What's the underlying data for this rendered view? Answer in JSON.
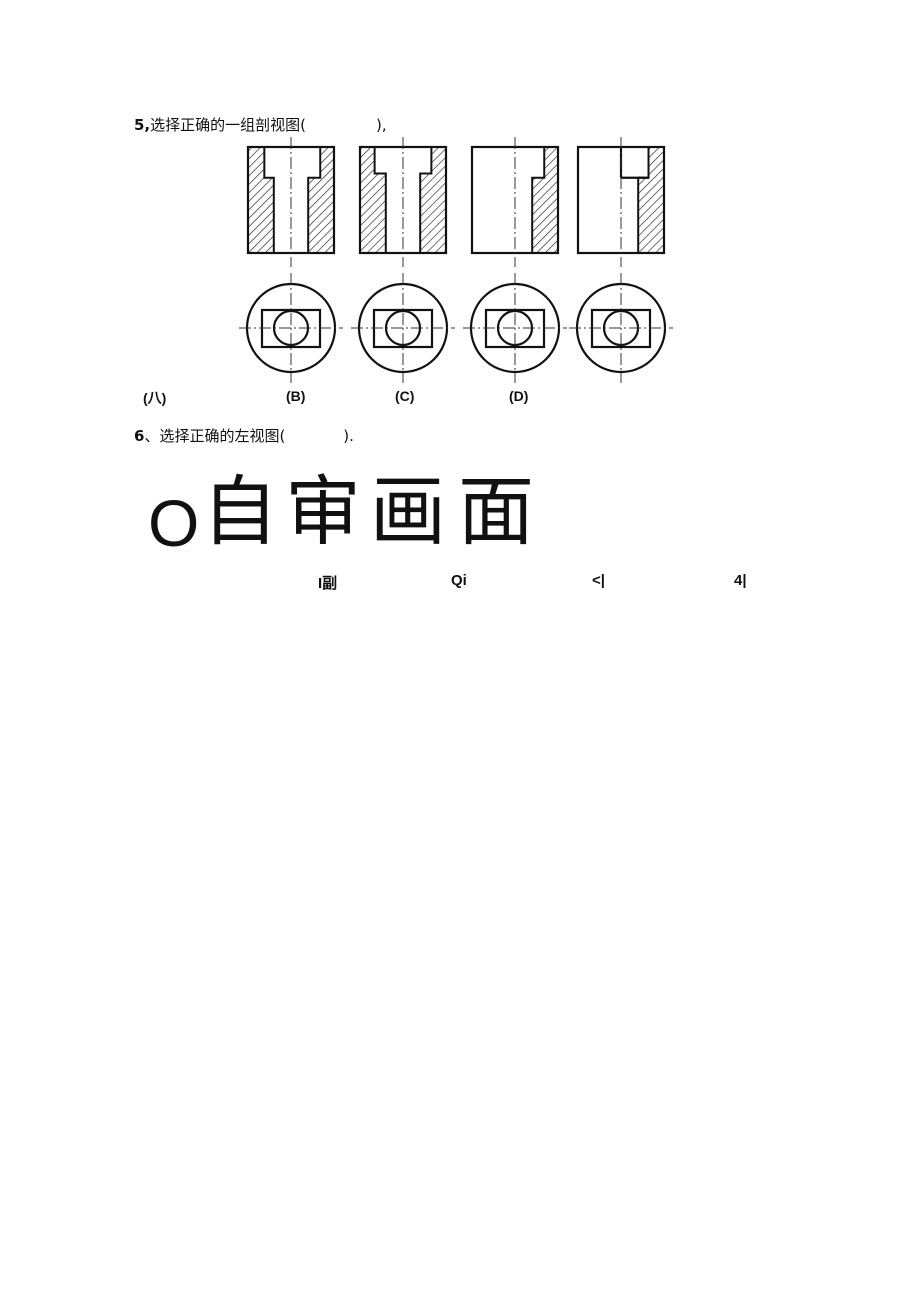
{
  "question5": {
    "number": "5,",
    "text": "选择正确的一组剖视图(",
    "close": "),",
    "options": [
      "(八)",
      "(B)",
      "(C)",
      "(D)"
    ]
  },
  "question6": {
    "number": "6",
    "text": "、选择正确的左视图(",
    "close": ").",
    "figures": [
      "O",
      "自",
      "审",
      "画",
      "面"
    ],
    "options": [
      "I副",
      "Qi",
      "<|",
      "4|"
    ]
  }
}
